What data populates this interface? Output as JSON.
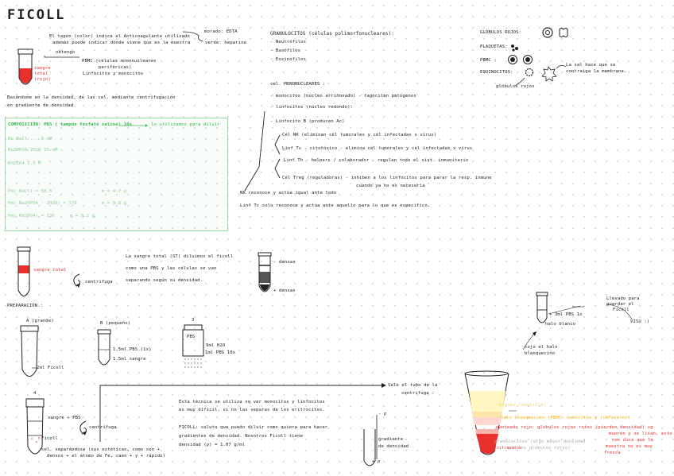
{
  "title": "FICOLL",
  "colors": {
    "ink": "#222222",
    "red": "#e8312c",
    "green": "#35b54a",
    "light_green": "#8ecf97",
    "yellow": "#f5b400"
  },
  "top_left": {
    "tube_label": "sangre total (rojo)",
    "anticoag_note": "El tapón (color) indica el Anticoagulante utilizado",
    "anticoag_note2": "además puede indicar dónde viene que es la muestra",
    "morado": "morado: EDTA",
    "verde": "verde: heparina",
    "obtengo": "obtengo",
    "pbmc": "PBMC (células mononucleares",
    "pbmc2": "periféricas)",
    "pbmc3": "Linfocitos y monocitos",
    "basado1": "Basándome en la densidad, de las cel. mediante centrifugación",
    "basado2": "en gradiente de densidad."
  },
  "composicion": {
    "header": "COMPOSICIÓN: PBS ( tampón fosfato salino) 10x",
    "header2": "lo utilizamos para diluir",
    "l1": "Na  NaCl  ...  8 mM",
    "l2": "Na2HPO4  2H2O  15 mM",
    "l3": "KH2PO4  1.5 M",
    "l4": "Pm( NaCl) = 58.5",
    "l5": "Pm( Na2HPO4 · 2H2O) = 178",
    "l6": "Pm( KH2PO4) = 136",
    "l7": "m = 4.7 g",
    "l8": "m = 8.8 g",
    "l9": "m = 0.2 g"
  },
  "middle": {
    "granulocitos": "GRANULOCITOS (células polimorfonucleares):",
    "g1": "- Neutrófilos",
    "g2": "- Basófilos",
    "g3": "- Eosinófilos",
    "mono": "cél. MONONUCLEARES :",
    "m1": "- monocitos (núcleo arriñonado) - fagocitan patógenos",
    "m2": "- linfocitos (núcleo redondo):",
    "b": "- Linfocito B (producen Ac)",
    "nk": "Cél NK (eliminan cél tumorales y cél infectadas x virus)",
    "tc": "Linf Tc - citotóxico - elimina cél tumorales y cél infectadas x virus",
    "th": "- Linf Th - helpers / colaborador - regulan todo el sist. inmunitario",
    "treg": "Cél Treg (reguladoras) - inhiben a los linfocitos para parar la resp. inmune",
    "treg2": "cuando ya no es necesaria",
    "nk_rec": "NK reconoce y actúa igual ante todo",
    "tc_rec": "Linf Tc solo reconoce y actúa ante aquello para lo que es específico."
  },
  "right": {
    "rojos": "GLÓBULOS ROJOS:",
    "plaquetas": "PLAQUETAS:",
    "pbmc": "PBMC :",
    "equinocitos": "EQUINOCITOS:",
    "sal": "La sal hace que se",
    "sal2": "contraiga la membrana.",
    "globulos": "glóbulos rojos"
  },
  "centrifuga": {
    "sangre": "sangre total",
    "label": "centrifuga",
    "texto1": "La sangre total (ST) diluimos el ficoll",
    "texto2": "como una PBS y las células se van",
    "texto3": "separando según su densidad.",
    "densas": "- densas",
    "mas_densas": "+ densas"
  },
  "preparacion": {
    "titulo": "PREPARACIÓN :",
    "a": "A (grande)",
    "b": "B (pequeño)",
    "ficoll": "2ml Ficoll",
    "pbs": "1.5ml PBS (1x)",
    "sangre": "1.5ml sangre",
    "c": "3",
    "pbs_label": "PBS",
    "h2o": "9ml H2O",
    "pbs10": "1ml PBS 10x",
    "n4": "4",
    "sangre_pbs": "sangre + PBS",
    "ficoll2": "Ficoll",
    "centrifuga": "centrifuga",
    "separar1": "cel. separándose (sus estéticas, como son +",
    "separar2": "densos + el átomo de Fe, caen + y + rápido)"
  },
  "bottom": {
    "tecnica1": "Esta técnica se utiliza xq ver monocitos y linfocitos",
    "tecnica2": "es muy difícil, si no las separas de los eritrocitos.",
    "ficoll1": "FICOLL: soluto que puedo diluir como quiera para hacer",
    "ficoll2": "gradientes de densidad. Nosotros Ficoll tiene",
    "ficoll3": "densidad (ρ) = 1.07 g/ml",
    "sale": "Sale el tubo de la",
    "sale2": "centrifuga :",
    "gradiente": "gradiente",
    "gradiente2": "de densidad",
    "minus": "- ρ",
    "plus": "+ ρ"
  },
  "far_right": {
    "pbs": "+ 3ml PBS 1x",
    "halo": "halo blanco",
    "llevado": "Llevado para",
    "llevado2": "guardar el",
    "llevado3": "Ficoll",
    "visu": "VISU :)",
    "cojo": "cojo el halo",
    "cojo2": "blanquecino",
    "l_amarillo": "plasma (amarillo)",
    "l_blanco": "halo blanquecino (PBMC: monocitos y linfocitos)",
    "l_rojo": "punteado rojo: glóbulos rojos rotos (pierden densidad) xq",
    "l_rojo2": "mueren y se lisan, esto",
    "l_rojo3": "nos dice que la",
    "l_rojo4": "muestra no es muy",
    "l_rojo5": "fresca",
    "granulocitos": "granulocitos (algo mayor densidad",
    "granulocitos2": "que los glóbulos rojos)",
    "eritrocitos": "Eritrocitos"
  }
}
